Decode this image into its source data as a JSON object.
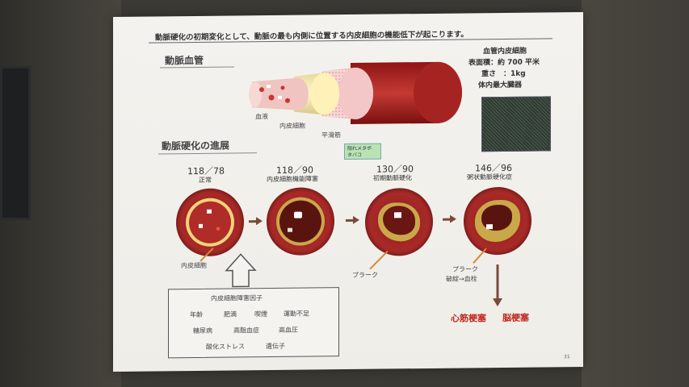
{
  "slide": {
    "headline": "動脈硬化の初期変化として、動脈の最も内側に位置する内皮細胞の機能低下が起こります。",
    "section_artery": "動脈血管",
    "section_progress": "動脈硬化の進展",
    "page_number": "31"
  },
  "artery_labels": {
    "blood": "血液",
    "endothelium": "内皮細胞",
    "smooth_muscle": "平滑筋"
  },
  "endothelium_info": {
    "title": "血管内皮細胞",
    "surface": "表面積：約 700 平米",
    "weight": "重さ　：1kg",
    "largest": "体内最大臓器"
  },
  "note": {
    "line1": "隠れメタボ",
    "line2": "タバコ"
  },
  "stages": [
    {
      "bp": "118／78",
      "label": "正常"
    },
    {
      "bp": "118／90",
      "label": "内皮細胞機能障害"
    },
    {
      "bp": "130／90",
      "label": "初期動脈硬化"
    },
    {
      "bp": "146／96",
      "label": "粥状動脈硬化症"
    }
  ],
  "stage_labels": {
    "endothelium": "内皮細胞",
    "plaque1": "プラーク",
    "plaque2": "プラーク",
    "rupture": "破綻→血栓"
  },
  "factors": {
    "title": "内皮細胞障害因子",
    "row1": [
      "年齢",
      "肥満",
      "喫煙",
      "運動不足"
    ],
    "row2": [
      "糖尿病",
      "高脂血症",
      "高血圧"
    ],
    "row3": [
      "酸化ストレス",
      "遺伝子"
    ]
  },
  "outcomes": {
    "mi": "心筋梗塞",
    "stroke": "脳梗塞"
  }
}
